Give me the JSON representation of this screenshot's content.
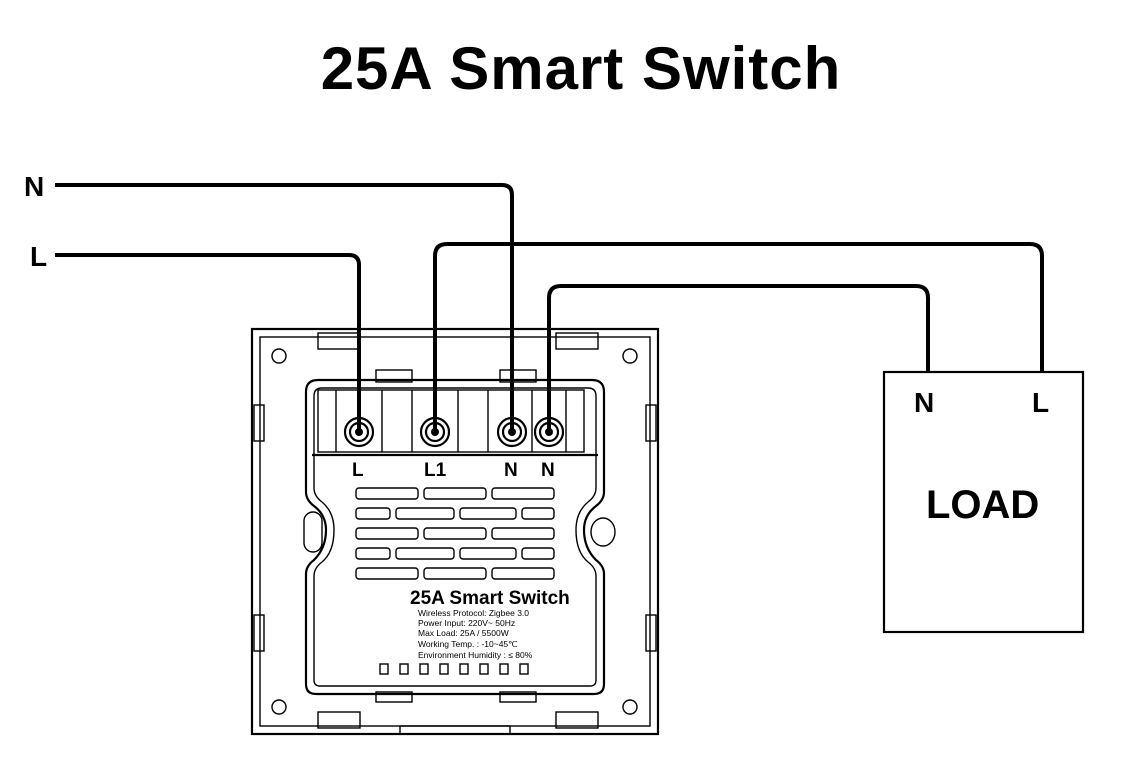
{
  "title": "25A  Smart Switch",
  "wires": {
    "n_label": "N",
    "l_label": "L"
  },
  "terminals": [
    "L",
    "L1",
    "N",
    "N"
  ],
  "load": {
    "title": "LOAD",
    "n_label": "N",
    "l_label": "L"
  },
  "device": {
    "label": "25A Smart Switch",
    "specs": [
      "Wireless Protocol:   Zigbee 3.0",
      "Power Input: 220V~ 50Hz",
      "Max Load:  25A / 5500W",
      "Working Temp. :  -10~45℃",
      "Environment Humidity : ≤ 80%"
    ]
  }
}
